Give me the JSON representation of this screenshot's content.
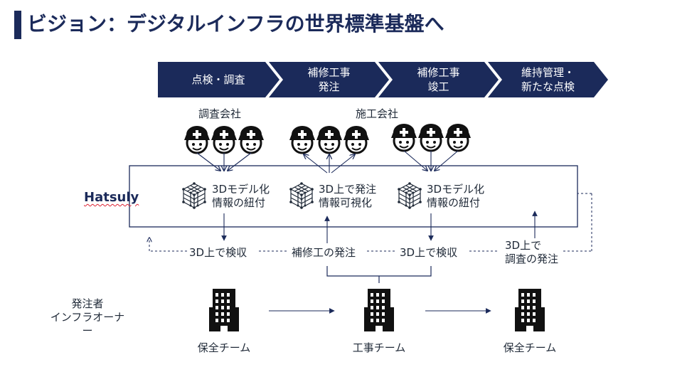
{
  "title": "ビジョン：デジタルインフラの世界標準基盤へ",
  "stages": [
    "点検・調査",
    "補修工事\n発注",
    "補修工事\n竣工",
    "維持管理・\n新たな点検"
  ],
  "groups": {
    "survey": "調査会社",
    "construction": "施工会社"
  },
  "platform": {
    "name": "Hatsuly",
    "info_left": "3Dモデル化\n情報の紐付",
    "info_center": "3D上で発注\n情報可視化",
    "info_right": "3Dモデル化\n情報の紐付"
  },
  "actions": {
    "inspect_left": "3D上で検収",
    "repair_order": "補修工の発注",
    "inspect_right": "3D上で検収",
    "survey_order": "3D上で\n調査の発注"
  },
  "owner": {
    "label": "発注者\nインフラオーナー"
  },
  "teams": [
    "保全チーム",
    "工事チーム",
    "保全チーム"
  ],
  "colors": {
    "navy": "#1b2a5a",
    "text": "#1f2937"
  }
}
